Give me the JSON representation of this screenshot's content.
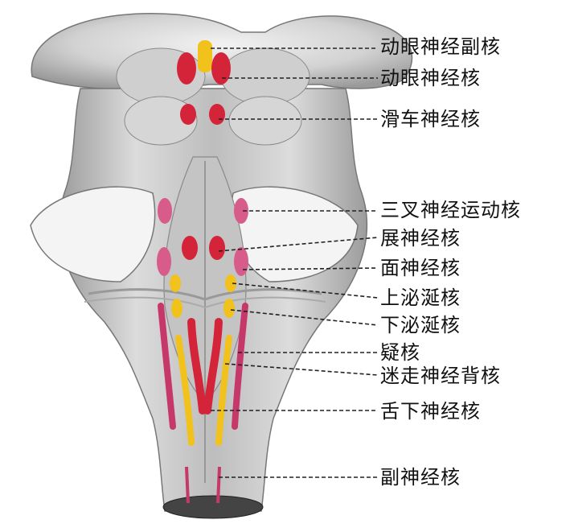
{
  "labels": [
    {
      "id": "oculomotor-accessory",
      "text": "动眼神经副核"
    },
    {
      "id": "oculomotor",
      "text": "动眼神经核"
    },
    {
      "id": "trochlear",
      "text": "滑车神经核"
    },
    {
      "id": "trigeminal-motor",
      "text": "三叉神经运动核"
    },
    {
      "id": "abducens",
      "text": "展神经核"
    },
    {
      "id": "facial",
      "text": "面神经核"
    },
    {
      "id": "superior-salivatory",
      "text": "上泌涎核"
    },
    {
      "id": "inferior-salivatory",
      "text": "下泌涎核"
    },
    {
      "id": "ambiguus",
      "text": "疑核"
    },
    {
      "id": "vagus-dorsal",
      "text": "迷走神经背核"
    },
    {
      "id": "hypoglossal",
      "text": "舌下神经核"
    },
    {
      "id": "accessory",
      "text": "副神经核"
    }
  ],
  "colors": {
    "somatic_motor": "#d4243a",
    "special_visceral": "#c7386a",
    "general_visceral": "#f1c21b",
    "pink_branchial": "#d85c8a",
    "tissue": "#d9d9d9",
    "leader": "#222222"
  }
}
